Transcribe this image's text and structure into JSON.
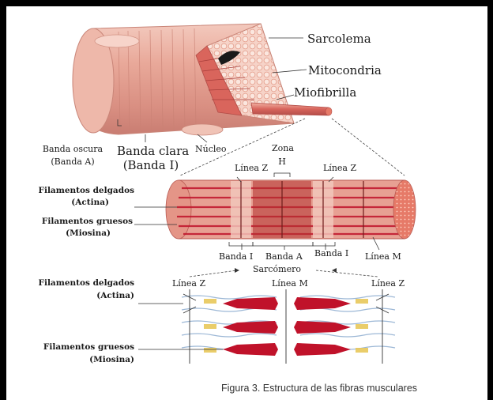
{
  "labels": {
    "sarcolema": "Sarcolema",
    "mitocondria": "Mitocondria",
    "miofibrilla": "Miofibrilla",
    "banda_oscura": "Banda oscura",
    "banda_a_paren": "(Banda A)",
    "banda_clara": "Banda clara",
    "banda_i_paren": "(Banda I)",
    "nucleo": "Núcleo",
    "zona": "Zona",
    "h": "H",
    "linea_z": "Línea Z",
    "linea_m": "Línea M",
    "banda_i": "Banda I",
    "banda_a": "Banda A",
    "sarcomero": "Sarcómero",
    "filamentos_delgados": "Filamentos delgados",
    "actina_paren": "(Actina)",
    "filamentos_gruesos": "Filamentos gruesos",
    "miosina_paren": "(Miosina)"
  },
  "caption": "Figura 3. Estructura de las fibras musculares",
  "colors": {
    "muscle_pink": "#e8a898",
    "muscle_dark": "#c7554f",
    "myosin_red": "#c0122a",
    "actin_yellow": "#e8c85a",
    "actin_blue": "#9db8d6"
  }
}
